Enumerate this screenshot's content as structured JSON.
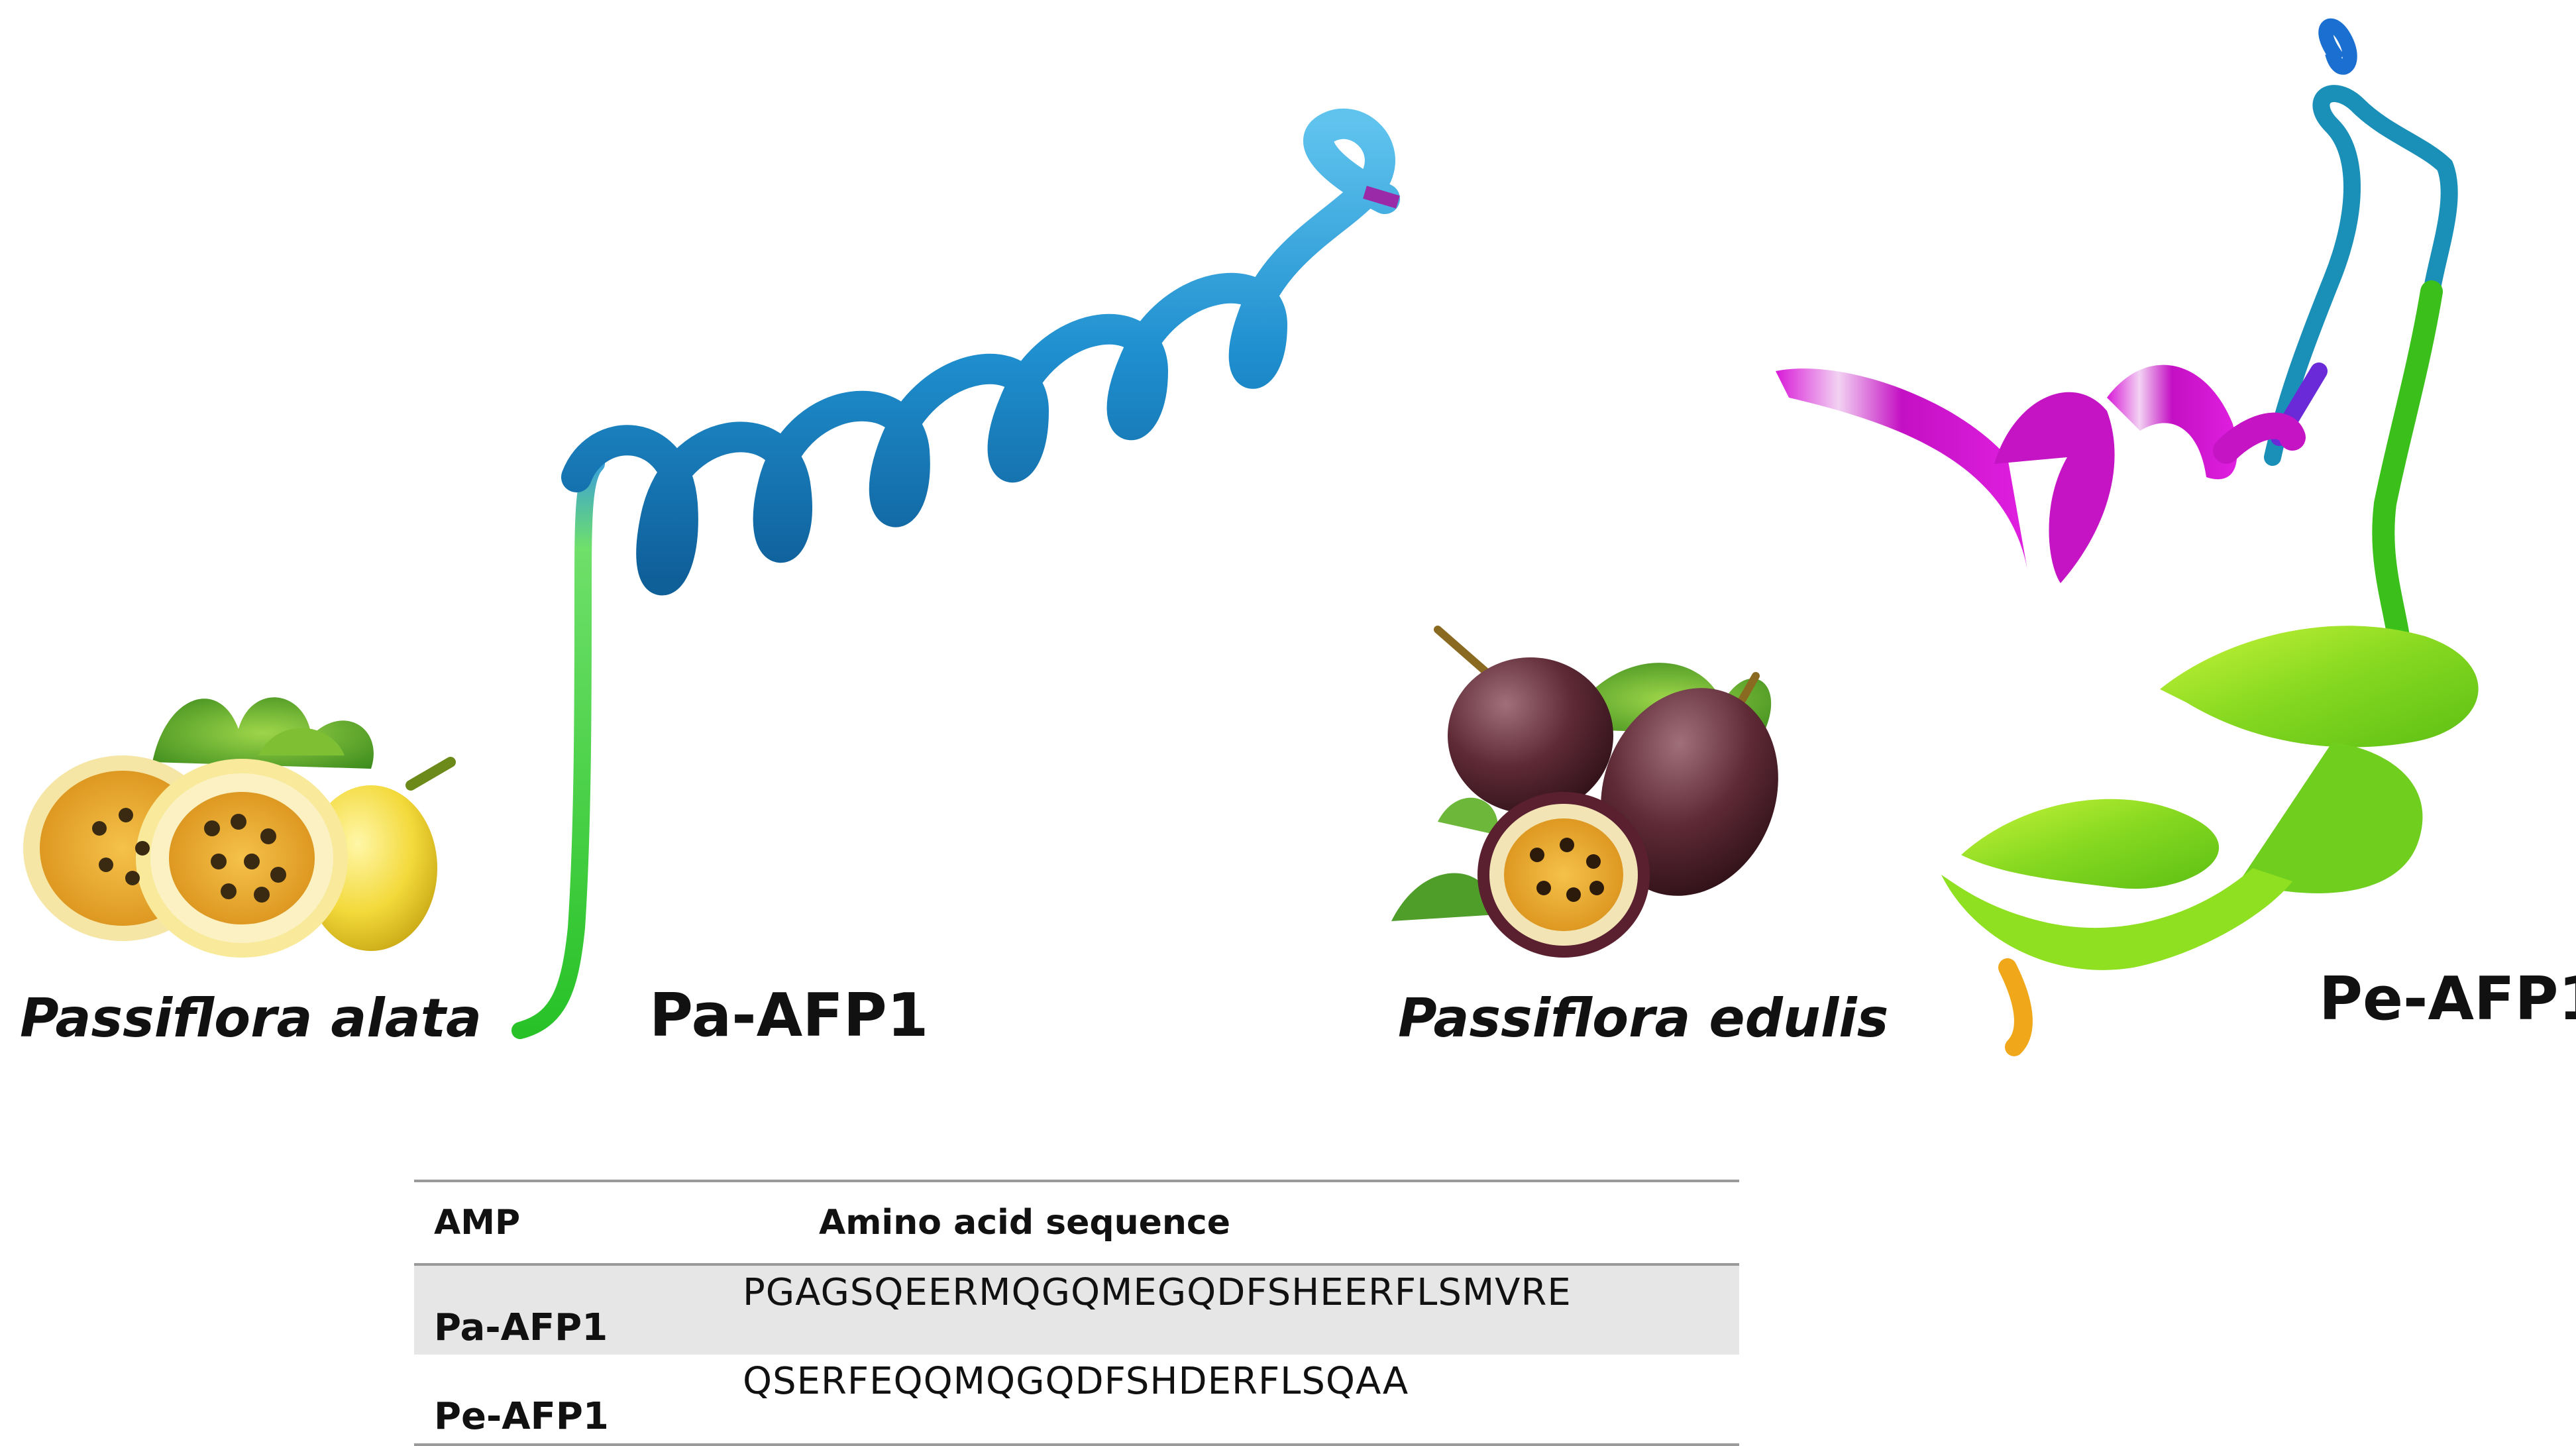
{
  "species": [
    {
      "name": "Passiflora alata"
    },
    {
      "name": "Passiflora edulis"
    }
  ],
  "proteins": [
    {
      "name": "Pa-AFP1"
    },
    {
      "name": "Pe-AFP1"
    }
  ],
  "table": {
    "headers": [
      "AMP",
      "Amino acid sequence"
    ],
    "rows": [
      {
        "amp": "Pa-AFP1",
        "sequence": "PGAGSQEERMQGQMEGQDFSHEERFLSMVRE"
      },
      {
        "amp": "Pe-AFP1",
        "sequence": "QSERFEQQMQGQDFSHDERFLSQAA"
      }
    ]
  }
}
